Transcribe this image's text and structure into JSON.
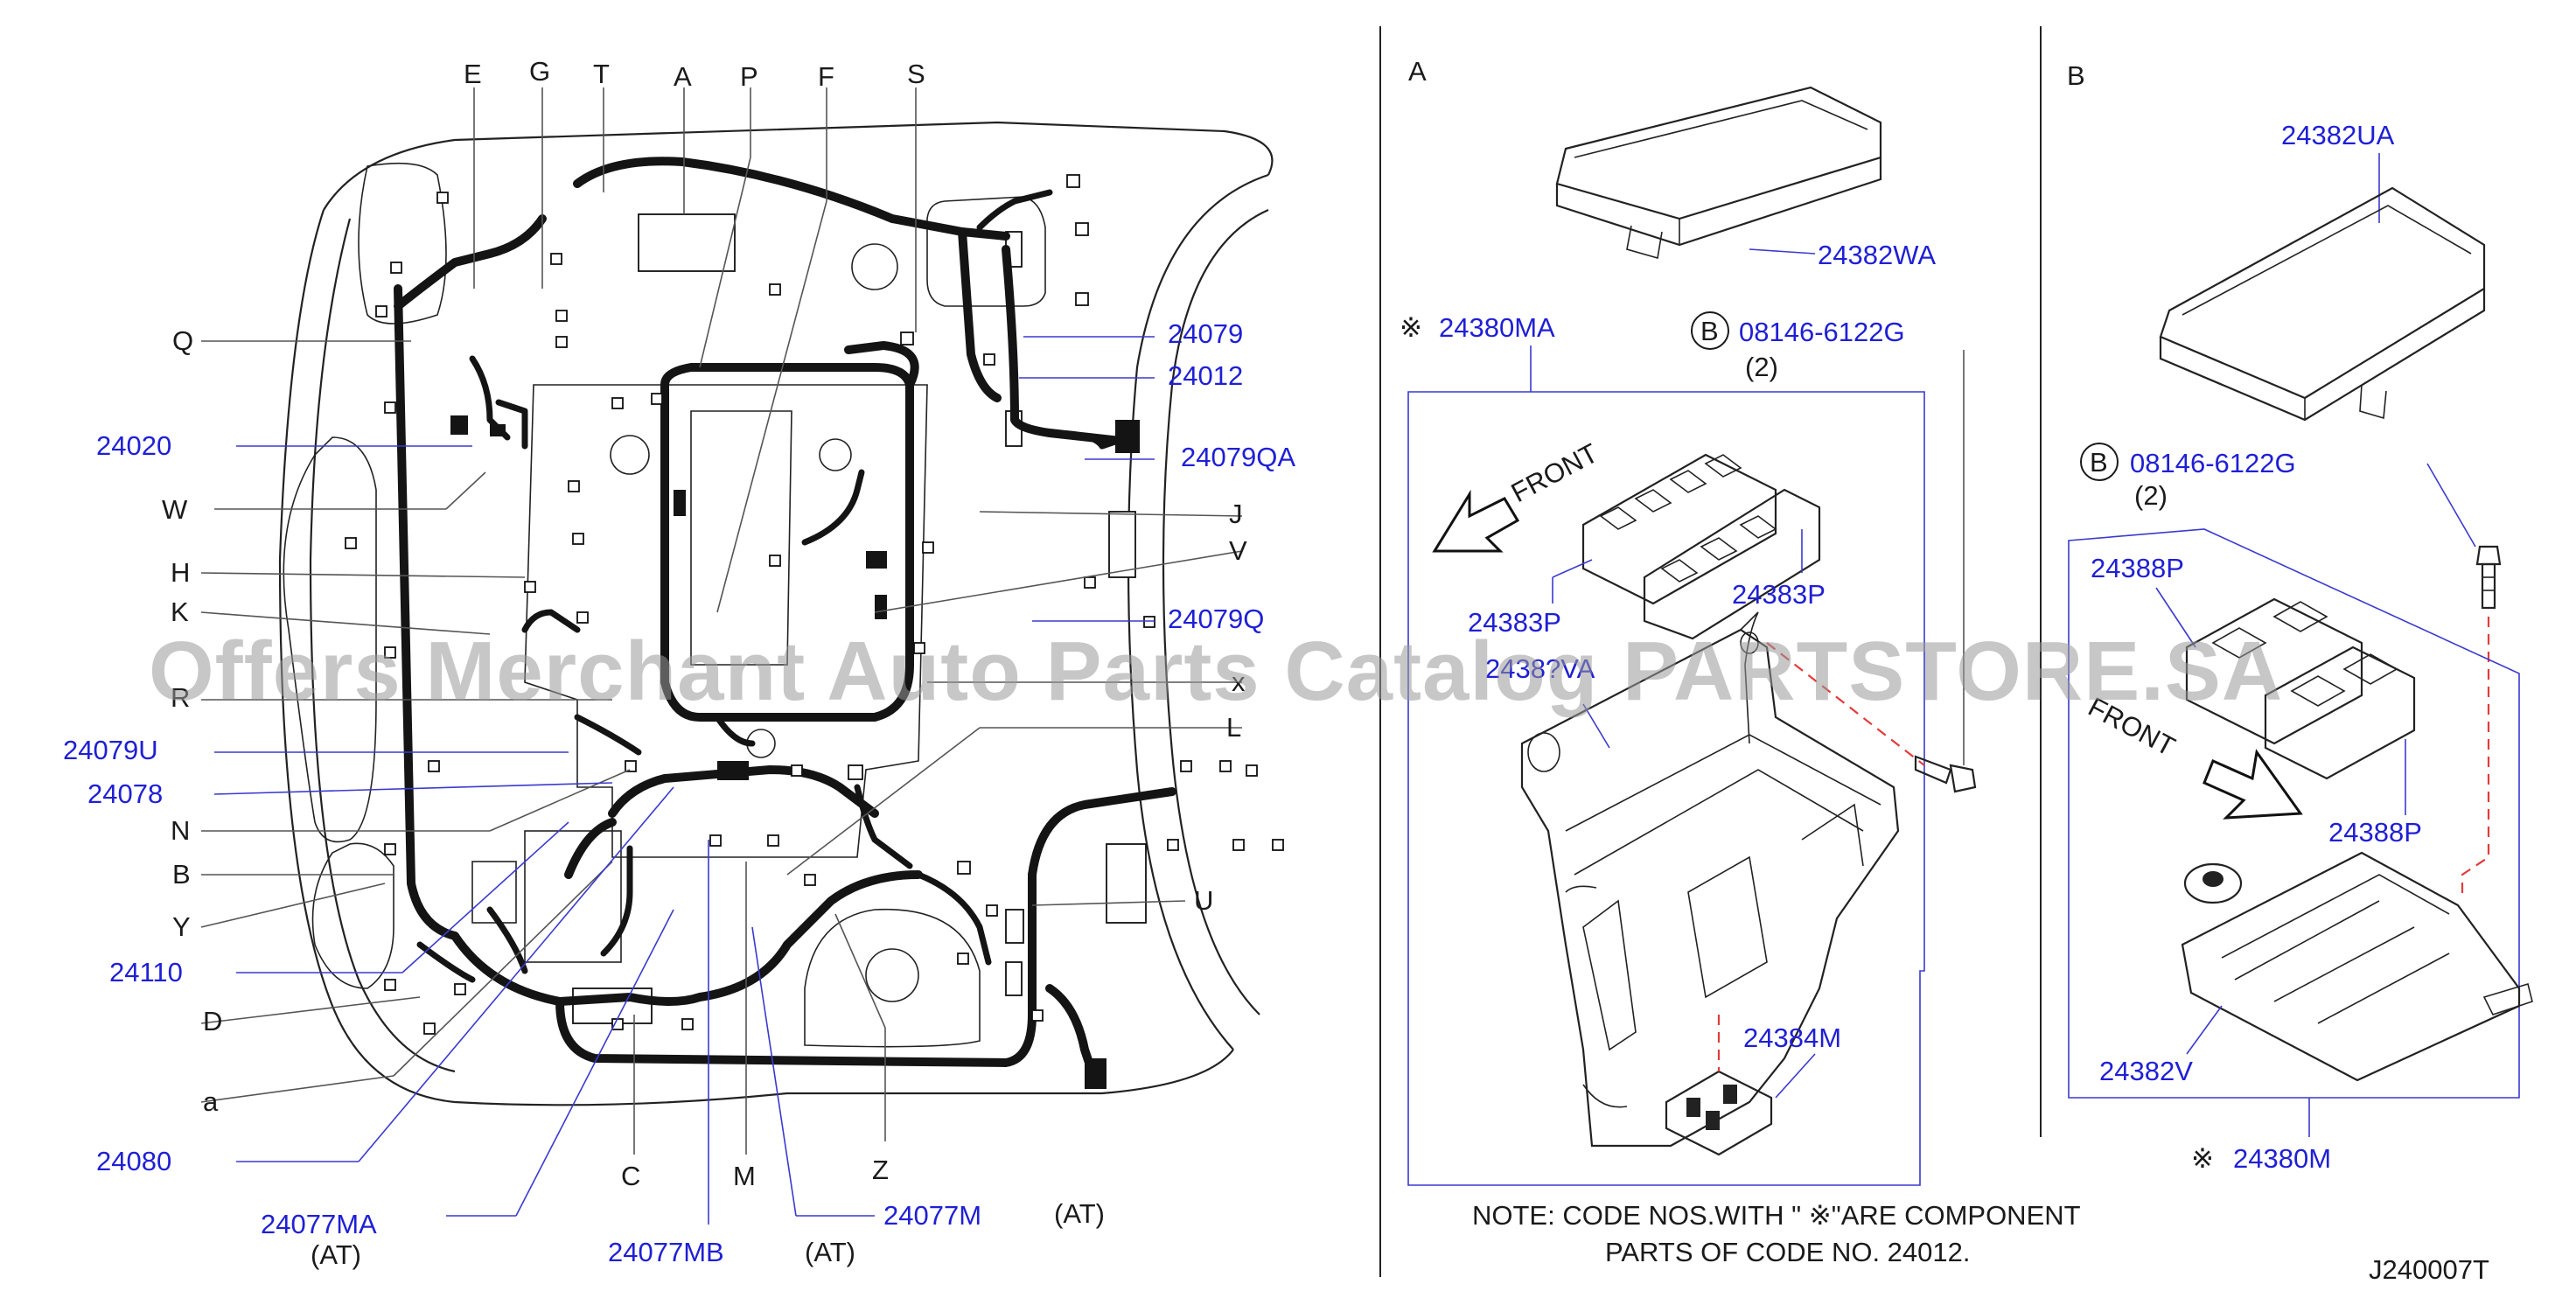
{
  "watermark": "Offers Merchant Auto Parts Catalog PARTSTORE.SA",
  "left_view": {
    "top_letters": [
      "E",
      "G",
      "T",
      "A",
      "P",
      "F",
      "S"
    ],
    "left_labels": {
      "Q": "Q",
      "c24020": "24020",
      "W": "W",
      "H": "H",
      "K": "K",
      "R": "R",
      "c24079U": "24079U",
      "c24078": "24078",
      "N": "N",
      "B": "B",
      "Y": "Y",
      "c24110": "24110",
      "D": "D",
      "a": "a",
      "c24080": "24080"
    },
    "right_labels": {
      "c24079": "24079",
      "c24012": "24012",
      "c24079QA": "24079QA",
      "J": "J",
      "V": "V",
      "c24079Q": "24079Q",
      "x": "x",
      "L": "L",
      "U": "U"
    },
    "bottom_labels": {
      "c24077MA": "24077MA",
      "at1": "(AT)",
      "C": "C",
      "c24077MB": "24077MB",
      "at2": "(AT)",
      "M": "M",
      "Z": "Z",
      "c24077M": "24077M",
      "at3": "(AT)"
    }
  },
  "panel_a": {
    "title": "A",
    "part_24382WA": "24382WA",
    "part_24380MA": "24380MA",
    "star": "※",
    "bolt_circle": "B",
    "bolt_code": "08146-6122G",
    "bolt_qty": "(2)",
    "front": "FRONT",
    "part_24383P_a": "24383P",
    "part_24383P_b": "24383P",
    "part_obscured": "2438?VA",
    "part_24384M": "24384M",
    "note_line1": "NOTE:   CODE   NOS.WITH   \"   ※\"ARE   COMPONENT",
    "note_line2": "PARTS   OF   CODE   NO.   24012."
  },
  "panel_b": {
    "title": "B",
    "part_24382UA": "24382UA",
    "bolt_circle": "B",
    "bolt_code": "08146-6122G",
    "bolt_qty": "(2)",
    "part_24388P_a": "24388P",
    "part_24388P_b": "24388P",
    "front": "FRONT",
    "part_24382V": "24382V",
    "star": "※",
    "part_24380M": "24380M"
  },
  "figure_code": "J240007T",
  "colors": {
    "callout_blue": "#1f1fd6",
    "callout_black": "#1a1a1a",
    "dash_red": "#e23b3b"
  }
}
